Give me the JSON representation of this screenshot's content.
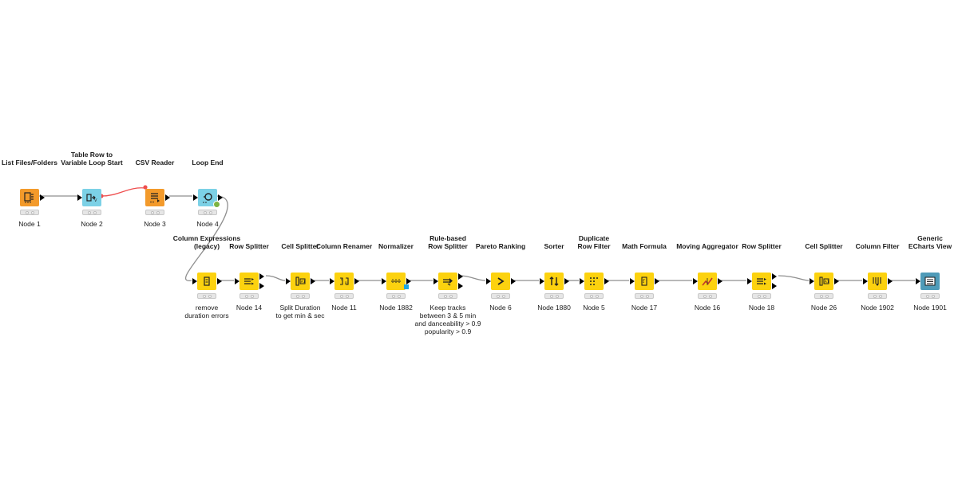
{
  "colors": {
    "source": "#f39a2b",
    "manipulator": "#fcd20f",
    "loop": "#7cd1e6",
    "view": "#4f9bb8",
    "wire": "#8f8f8f",
    "flowvar_wire": "#ef4f4f"
  },
  "nodes": [
    {
      "id": "n1",
      "title": "List Files/Folders",
      "caption": "Node 1",
      "kind": "source",
      "icon": "folder-list-icon"
    },
    {
      "id": "n2",
      "title": "Table Row to\nVariable Loop Start",
      "caption": "Node 2",
      "kind": "loop",
      "icon": "loop-start-icon"
    },
    {
      "id": "n3",
      "title": "CSV Reader",
      "caption": "Node 3",
      "kind": "source",
      "icon": "csv-reader-icon"
    },
    {
      "id": "n4",
      "title": "Loop End",
      "caption": "Node 4",
      "kind": "loop",
      "icon": "loop-end-icon"
    },
    {
      "id": "n5",
      "title": "Column Expressions\n(legacy)",
      "caption": "remove\nduration errors",
      "kind": "manipulator",
      "icon": "column-expressions-icon"
    },
    {
      "id": "n6",
      "title": "Row Splitter",
      "caption": "Node 14",
      "kind": "manipulator",
      "icon": "row-splitter-icon"
    },
    {
      "id": "n7",
      "title": "Cell Splitter",
      "caption": "Split Duration\nto get min & sec",
      "kind": "manipulator",
      "icon": "cell-splitter-icon"
    },
    {
      "id": "n8",
      "title": "Column Renamer",
      "caption": "Node 11",
      "kind": "manipulator",
      "icon": "column-renamer-icon"
    },
    {
      "id": "n9",
      "title": "Normalizer",
      "caption": "Node 1882",
      "kind": "manipulator",
      "icon": "normalizer-icon"
    },
    {
      "id": "n10",
      "title": "Rule-based\nRow Splitter",
      "caption": "Keep tracks\nbetween 3 & 5 min\nand danceability > 0.9\npopularity > 0.9",
      "kind": "manipulator",
      "icon": "rule-splitter-icon"
    },
    {
      "id": "n11",
      "title": "Pareto Ranking",
      "caption": "Node 6",
      "kind": "manipulator",
      "icon": "pareto-icon"
    },
    {
      "id": "n12",
      "title": "Sorter",
      "caption": "Node 1880",
      "kind": "manipulator",
      "icon": "sorter-icon"
    },
    {
      "id": "n13",
      "title": "Duplicate\nRow Filter",
      "caption": "Node 5",
      "kind": "manipulator",
      "icon": "duplicate-filter-icon"
    },
    {
      "id": "n14",
      "title": "Math Formula",
      "caption": "Node 17",
      "kind": "manipulator",
      "icon": "math-formula-icon"
    },
    {
      "id": "n15",
      "title": "Moving Aggregator",
      "caption": "Node 16",
      "kind": "manipulator",
      "icon": "moving-aggregator-icon"
    },
    {
      "id": "n16",
      "title": "Row Splitter",
      "caption": "Node 18",
      "kind": "manipulator",
      "icon": "row-splitter-icon"
    },
    {
      "id": "n17",
      "title": "Cell Splitter",
      "caption": "Node 26",
      "kind": "manipulator",
      "icon": "cell-splitter-icon"
    },
    {
      "id": "n18",
      "title": "Column Filter",
      "caption": "Node 1902",
      "kind": "manipulator",
      "icon": "column-filter-icon"
    },
    {
      "id": "n19",
      "title": "Generic\nECharts View",
      "caption": "Node 1901",
      "kind": "view",
      "icon": "echarts-view-icon"
    }
  ]
}
